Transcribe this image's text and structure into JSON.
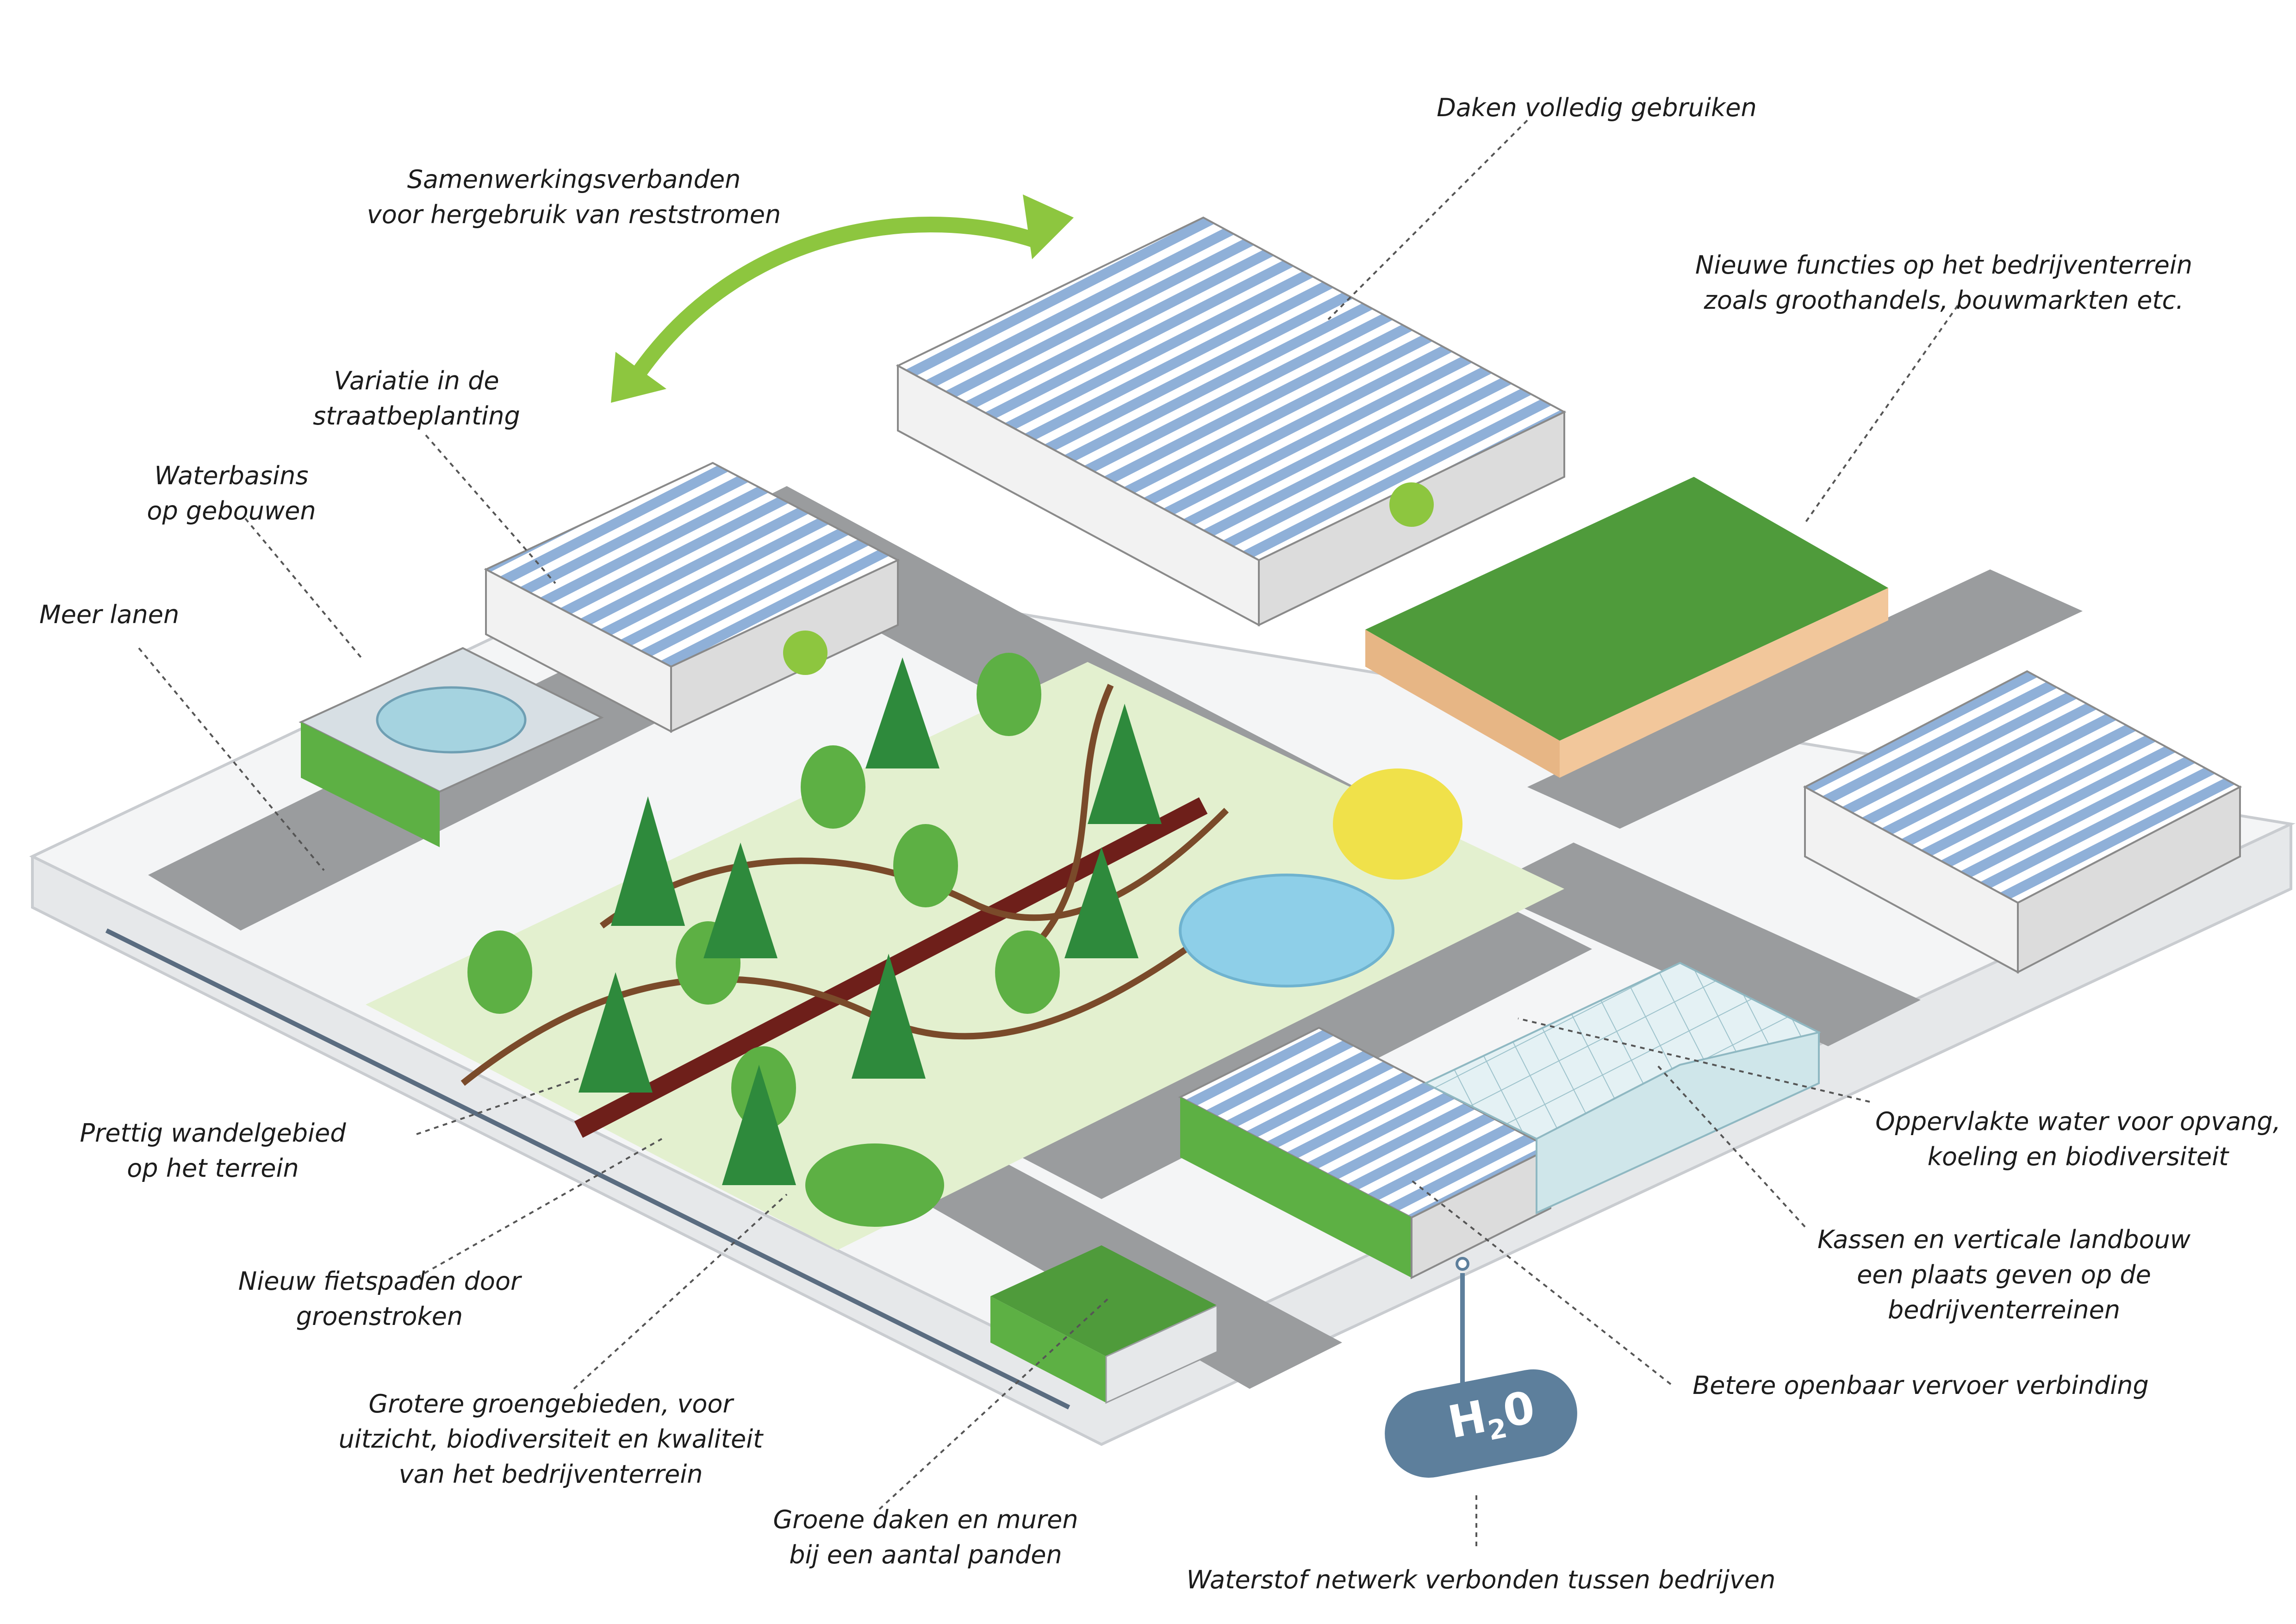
{
  "labels": {
    "samenwerking": [
      "Samenwerkingsverbanden",
      "voor hergebruik van reststromen"
    ],
    "daken": [
      "Daken volledig gebruiken"
    ],
    "nieuwe_functies": [
      "Nieuwe functies op het bedrijventerrein",
      "zoals groothandels, bouwmarkten etc."
    ],
    "variatie": [
      "Variatie in de",
      "straatbeplanting"
    ],
    "waterbasins": [
      "Waterbasins",
      "op gebouwen"
    ],
    "meer_lanen": [
      "Meer lanen"
    ],
    "wandelgebied": [
      "Prettig wandelgebied",
      "op het terrein"
    ],
    "fietspaden": [
      "Nieuw fietspaden door",
      "groenstroken"
    ],
    "groengebieden": [
      "Grotere groengebieden, voor",
      "uitzicht, biodiversiteit en kwaliteit",
      "van het bedrijventerrein"
    ],
    "groene_daken": [
      "Groene daken en muren",
      "bij een aantal panden"
    ],
    "waterstof": [
      "Waterstof netwerk verbonden tussen bedrijven"
    ],
    "openbaar_vervoer": [
      "Betere openbaar vervoer verbinding"
    ],
    "kassen": [
      "Kassen en verticale landbouw",
      "een plaats geven op de",
      "bedrijventerreinen"
    ],
    "oppervlakte_water": [
      "Oppervlakte water voor opvang,",
      "koeling en biodiversiteit"
    ]
  },
  "h2o": {
    "main": "H",
    "sub": "2",
    "end": "0"
  },
  "colors": {
    "green_arrow": "#8dc63f",
    "roof_blue": "#8fb0d8",
    "building_wall": "#f2f2f2",
    "road": "#9a9c9e",
    "park": "#e3f0cf",
    "water": "#8ecfe8",
    "tree_green": "#5db044",
    "pine_green": "#2e8a3c",
    "bike_path": "#6e1f1a",
    "walk_path": "#7a4a2a",
    "h2o_pill": "#5d7f9c",
    "base_edge": "#e6e8ea"
  }
}
